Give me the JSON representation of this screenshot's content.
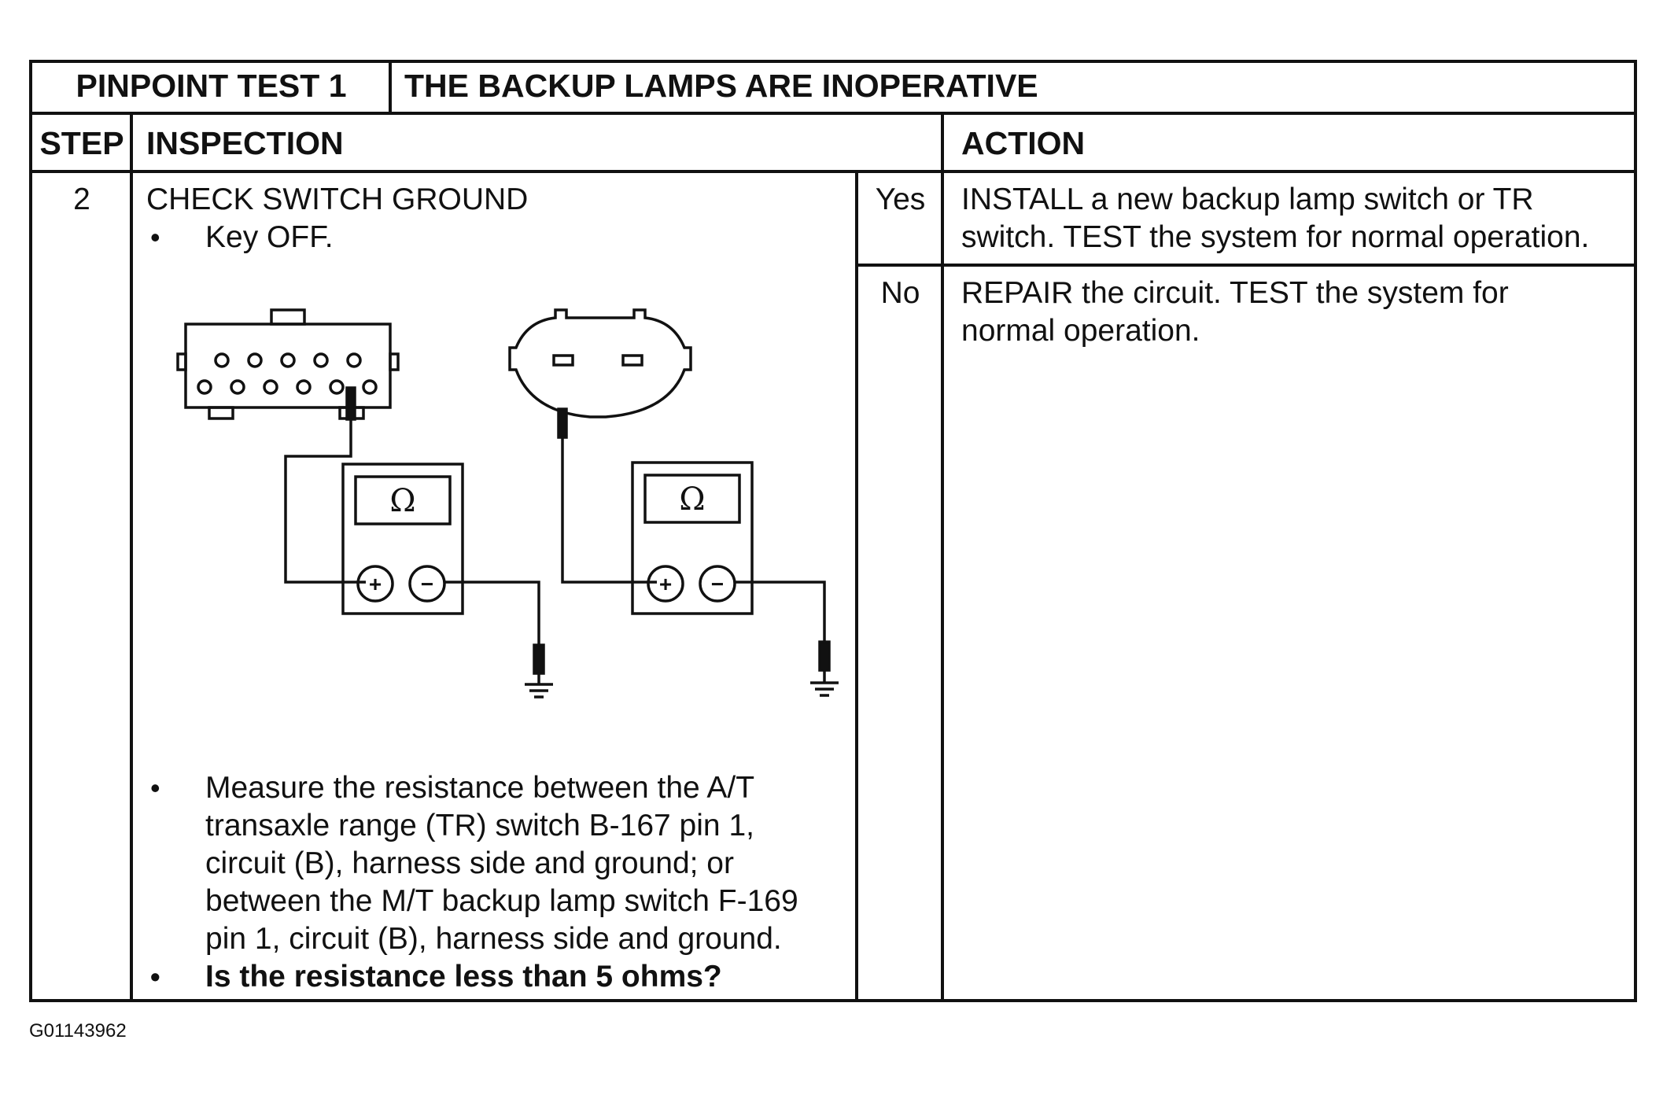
{
  "title": {
    "test_label": "PINPOINT TEST 1",
    "test_name": "THE BACKUP LAMPS ARE INOPERATIVE"
  },
  "columns": {
    "step": "STEP",
    "inspection": "INSPECTION",
    "action": "ACTION"
  },
  "step": {
    "number": "2",
    "heading": "CHECK SWITCH GROUND",
    "bullet_key": "Key OFF.",
    "bullet_measure": "Measure the resistance between the A/T transaxle range (TR) switch B-167 pin 1, circuit (B), harness side and ground; or between the M/T backup lamp switch F-169 pin 1, circuit (B), harness side and ground.",
    "bullet_question": "Is the resistance less than 5 ohms?"
  },
  "answers": {
    "yes_label": "Yes",
    "yes_action": "INSTALL a new backup lamp switch or TR switch. TEST the system for normal operation.",
    "no_label": "No",
    "no_action": "REPAIR the circuit.  TEST the system for normal operation."
  },
  "diagram": {
    "meter_symbol": "Ω",
    "plus": "+",
    "minus": "−"
  },
  "figure_id": "G01143962"
}
